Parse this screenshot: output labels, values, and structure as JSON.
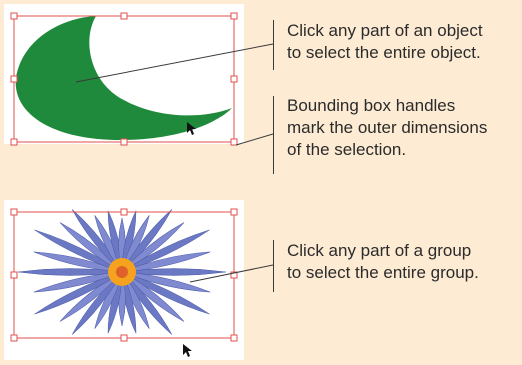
{
  "callouts": {
    "object_select": {
      "lines": [
        "Click any part of an object",
        "to select the entire object."
      ]
    },
    "bounding_box": {
      "lines": [
        "Bounding box handles",
        "mark the outer dimensions",
        "of the selection."
      ]
    },
    "group_select": {
      "lines": [
        "Click any part of a group",
        "to select the entire group."
      ]
    }
  },
  "colors": {
    "background": "#fdebd3",
    "moon_fill": "#1f8a3c",
    "selection_stroke": "#e0504f",
    "flower_petals": "#6b78c4",
    "flower_center": "#f5a21f",
    "leader_line": "#3a3a3a"
  }
}
